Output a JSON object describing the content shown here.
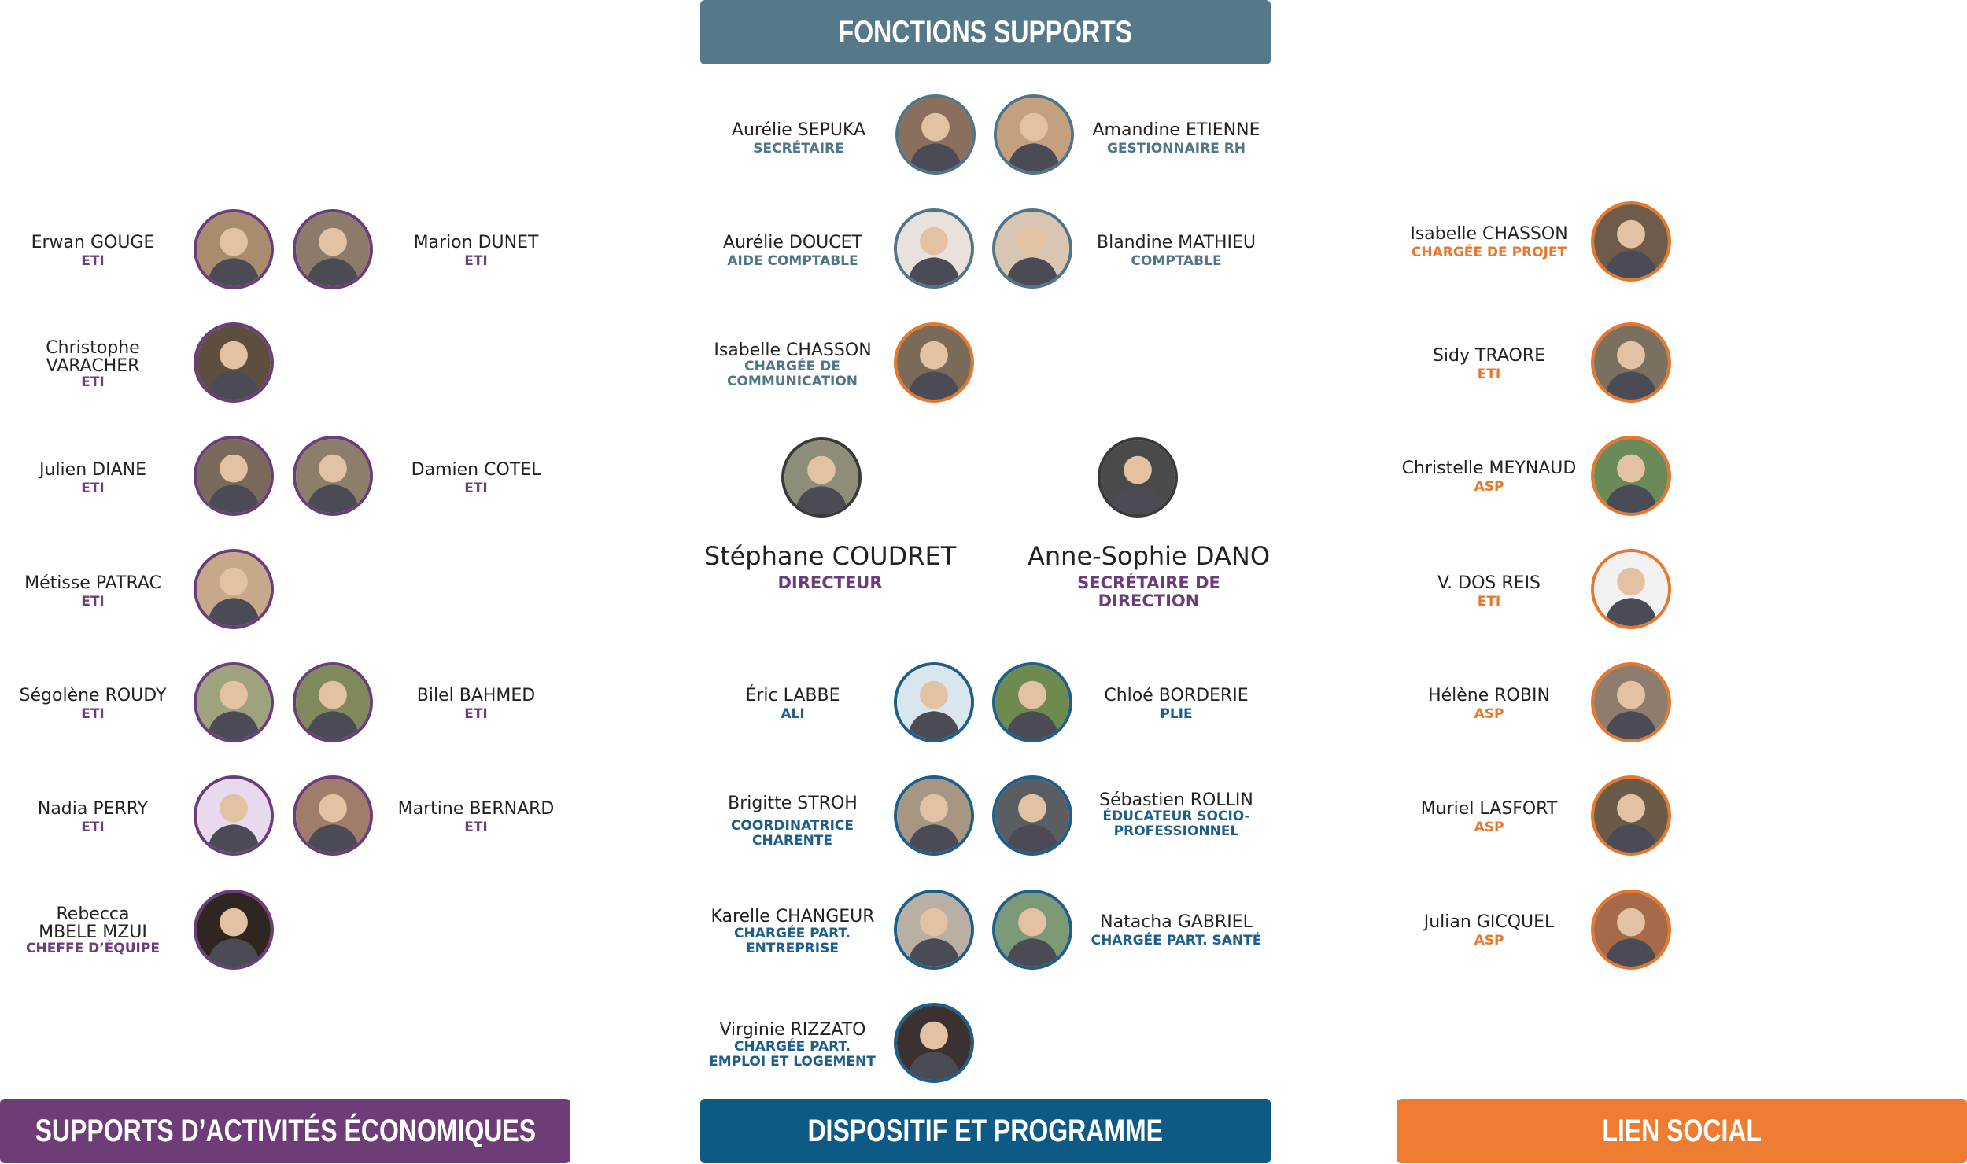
{
  "banners": {
    "support": "FONCTIONS SUPPORTS",
    "economic": "SUPPORTS D’ACTIVITÉS ÉCONOMIQUES",
    "program": "DISPOSITIF ET PROGRAMME",
    "social": "LIEN SOCIAL"
  },
  "colors": {
    "support": "#557989",
    "economic": "#6e3d78",
    "program": "#0e5a87",
    "social": "#ee7d31"
  },
  "people": {
    "sepuka": {
      "name": "Aurélie SEPUKA",
      "role": "SECRÉTAIRE"
    },
    "etienne": {
      "name": "Amandine ETIENNE",
      "role": "GESTIONNAIRE RH"
    },
    "doucet": {
      "name": "Aurélie DOUCET",
      "role": "AIDE COMPTABLE"
    },
    "mathieu": {
      "name": "Blandine MATHIEU",
      "role": "COMPTABLE"
    },
    "chasson_com": {
      "name": "Isabelle CHASSON",
      "role": "CHARGÉE DE COMMUNICATION"
    },
    "coudret": {
      "name": "Stéphane COUDRET",
      "role": "DIRECTEUR"
    },
    "dano": {
      "name": "Anne-Sophie DANO",
      "role": "SECRÉTAIRE DE DIRECTION"
    },
    "labbe": {
      "name": "Éric LABBE",
      "role": "ALI"
    },
    "borderie": {
      "name": "Chloé BORDERIE",
      "role": "PLIE"
    },
    "stroh": {
      "name": "Brigitte STROH",
      "role": "COORDINATRICE CHARENTE"
    },
    "rollin": {
      "name": "Sébastien ROLLIN",
      "role": "ÉDUCATEUR SOCIO-PROFESSIONNEL"
    },
    "changeur": {
      "name": "Karelle CHANGEUR",
      "role": "CHARGÉE PART. ENTREPRISE"
    },
    "gabriel": {
      "name": "Natacha GABRIEL",
      "role": "CHARGÉE PART. SANTÉ"
    },
    "rizzato": {
      "name": "Virginie RIZZATO",
      "role": "CHARGÉE PART. EMPLOI ET LOGEMENT"
    },
    "gouge": {
      "name": "Erwan GOUGE",
      "role": "ETI"
    },
    "dunet": {
      "name": "Marion DUNET",
      "role": "ETI"
    },
    "varacher": {
      "name": "Christophe VARACHER",
      "role": "ETI"
    },
    "diane": {
      "name": "Julien DIANE",
      "role": "ETI"
    },
    "cotel": {
      "name": "Damien COTEL",
      "role": "ETI"
    },
    "patrac": {
      "name": "Métisse PATRAC",
      "role": "ETI"
    },
    "roudy": {
      "name": "Ségolène ROUDY",
      "role": "ETI"
    },
    "bahmed": {
      "name": "Bilel BAHMED",
      "role": "ETI"
    },
    "perry": {
      "name": "Nadia PERRY",
      "role": "ETI"
    },
    "bernard": {
      "name": "Martine BERNARD",
      "role": "ETI"
    },
    "mbele": {
      "name": "Rebecca MBELE MZUI",
      "role": "CHEFFE D’ÉQUIPE"
    },
    "chasson_proj": {
      "name": "Isabelle CHASSON",
      "role": "CHARGÉE DE PROJET"
    },
    "traore": {
      "name": "Sidy TRAORE",
      "role": "ETI"
    },
    "meynaud": {
      "name": "Christelle MEYNAUD",
      "role": "ASP"
    },
    "dosreis": {
      "name": "V. DOS REIS",
      "role": "ETI"
    },
    "robin": {
      "name": "Hélène ROBIN",
      "role": "ASP"
    },
    "lasfort": {
      "name": "Muriel LASFORT",
      "role": "ASP"
    },
    "gicquel": {
      "name": "Julian GICQUEL",
      "role": "ASP"
    }
  }
}
